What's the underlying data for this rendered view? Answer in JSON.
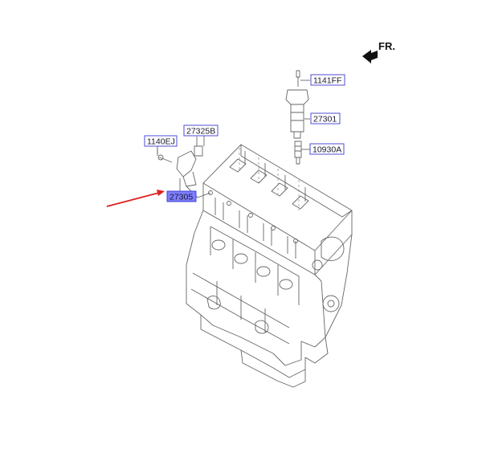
{
  "orientation": {
    "label": "FR."
  },
  "callouts": [
    {
      "id": "1141FF",
      "text": "1141FF",
      "highlighted": false
    },
    {
      "id": "27301",
      "text": "27301",
      "highlighted": false
    },
    {
      "id": "10930A",
      "text": "10930A",
      "highlighted": false
    },
    {
      "id": "27325B",
      "text": "27325B",
      "highlighted": false
    },
    {
      "id": "1140EJ",
      "text": "1140EJ",
      "highlighted": false
    },
    {
      "id": "27305",
      "text": "27305",
      "highlighted": true
    }
  ],
  "colors": {
    "callout_border": "#3a3ad0",
    "callout_highlight": "#7d7dff",
    "pointer_arrow": "#e02020",
    "line_art": "#666666"
  }
}
